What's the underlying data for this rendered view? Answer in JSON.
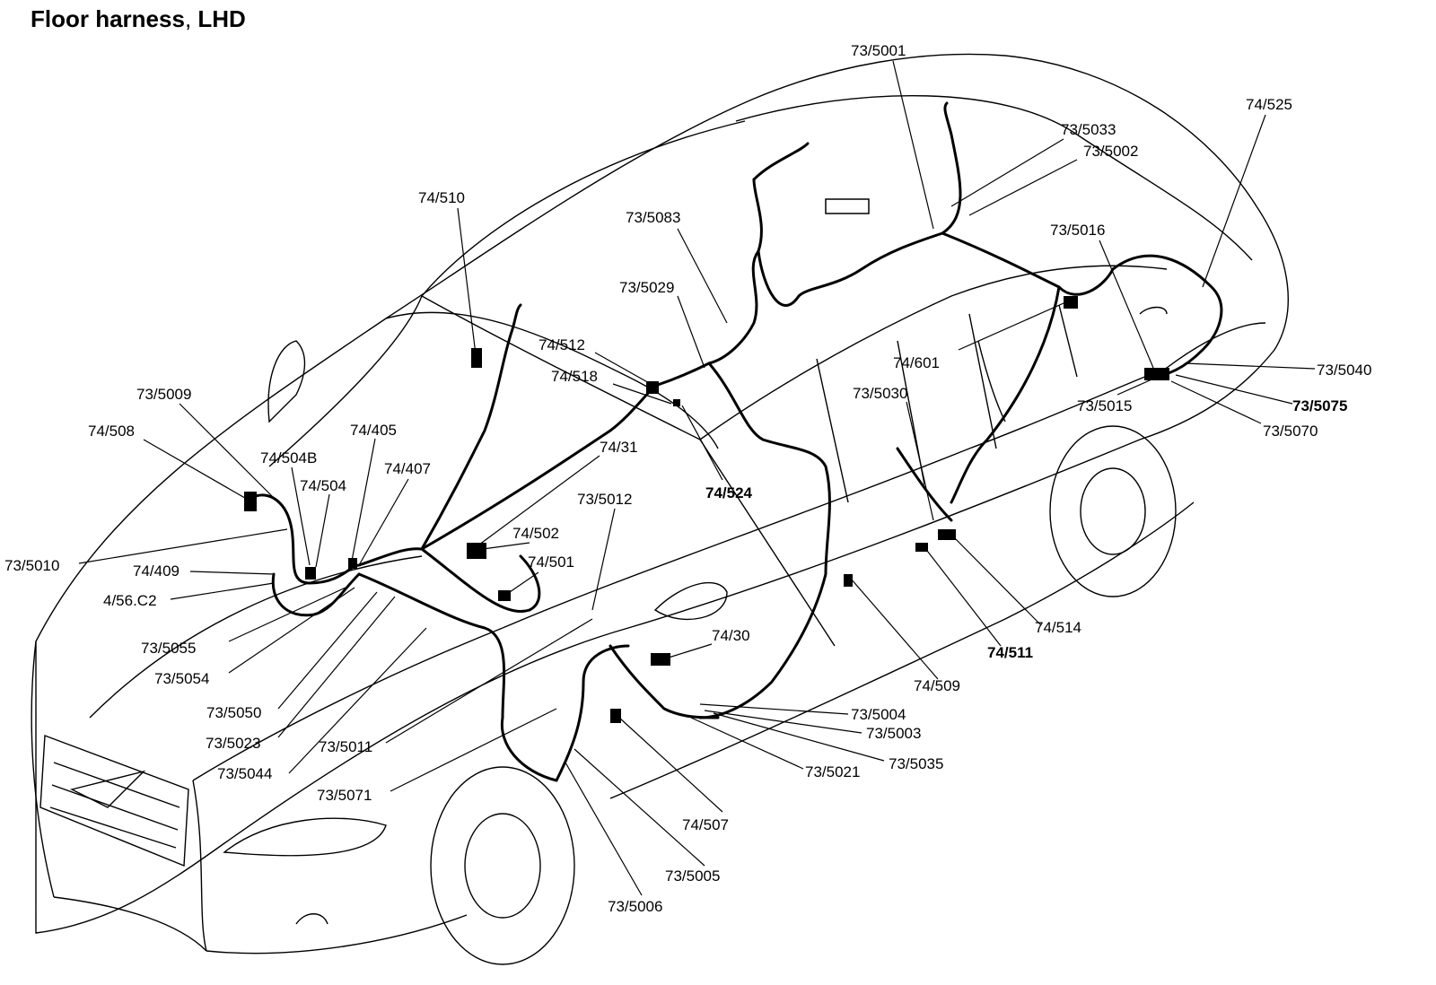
{
  "diagram": {
    "title_main": "Floor harness",
    "title_sep": ", ",
    "title_variant": "LHD",
    "colors": {
      "line": "#000000",
      "background": "#ffffff"
    },
    "labels": [
      "73/5001",
      "74/525",
      "73/5033",
      "73/5002",
      "74/510",
      "73/5083",
      "73/5016",
      "73/5029",
      "74/512",
      "74/518",
      "74/601",
      "73/5040",
      "73/5030",
      "73/5075",
      "73/5015",
      "73/5070",
      "73/5009",
      "74/31",
      "74/508",
      "74/405",
      "74/504B",
      "74/407",
      "74/504",
      "74/524",
      "73/5012",
      "74/502",
      "74/501",
      "73/5010",
      "74/409",
      "4/56.C2",
      "74/514",
      "74/511",
      "74/30",
      "73/5055",
      "73/5054",
      "74/509",
      "73/5050",
      "73/5004",
      "73/5023",
      "73/5003",
      "73/5011",
      "73/5035",
      "73/5044",
      "73/5021",
      "73/5071",
      "74/507",
      "73/5005",
      "73/5006"
    ]
  }
}
